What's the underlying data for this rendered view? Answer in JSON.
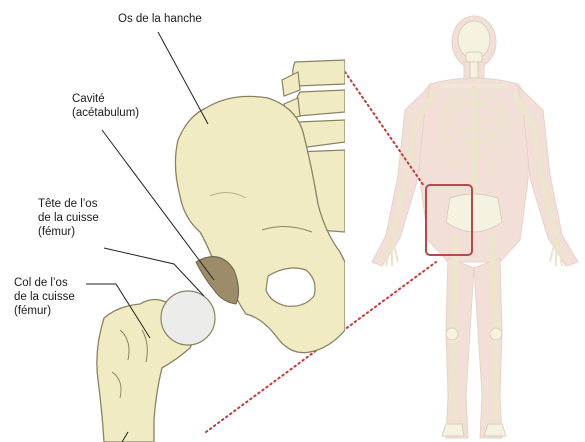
{
  "labels": {
    "hip_bone": [
      "Os de la hanche"
    ],
    "cavity": [
      "Cavité",
      "(acétabulum)"
    ],
    "femur_head": [
      "Tête de l’os",
      "de la cuisse",
      "(fémur)"
    ],
    "femur_neck": [
      "Col de l’os",
      "de la cuisse",
      "(fémur)"
    ]
  },
  "colors": {
    "bone_fill": "#f1ebc4",
    "bone_outline": "#8a8262",
    "cartilage": "#ececea",
    "acetabulum": "#9c8c6a",
    "highlight_box": "#b24b4b",
    "connector_dots": "#c23b3b",
    "leader_line": "#222222",
    "body_silhouette": "#efd9cf",
    "skeleton": "#f4f0e0"
  }
}
